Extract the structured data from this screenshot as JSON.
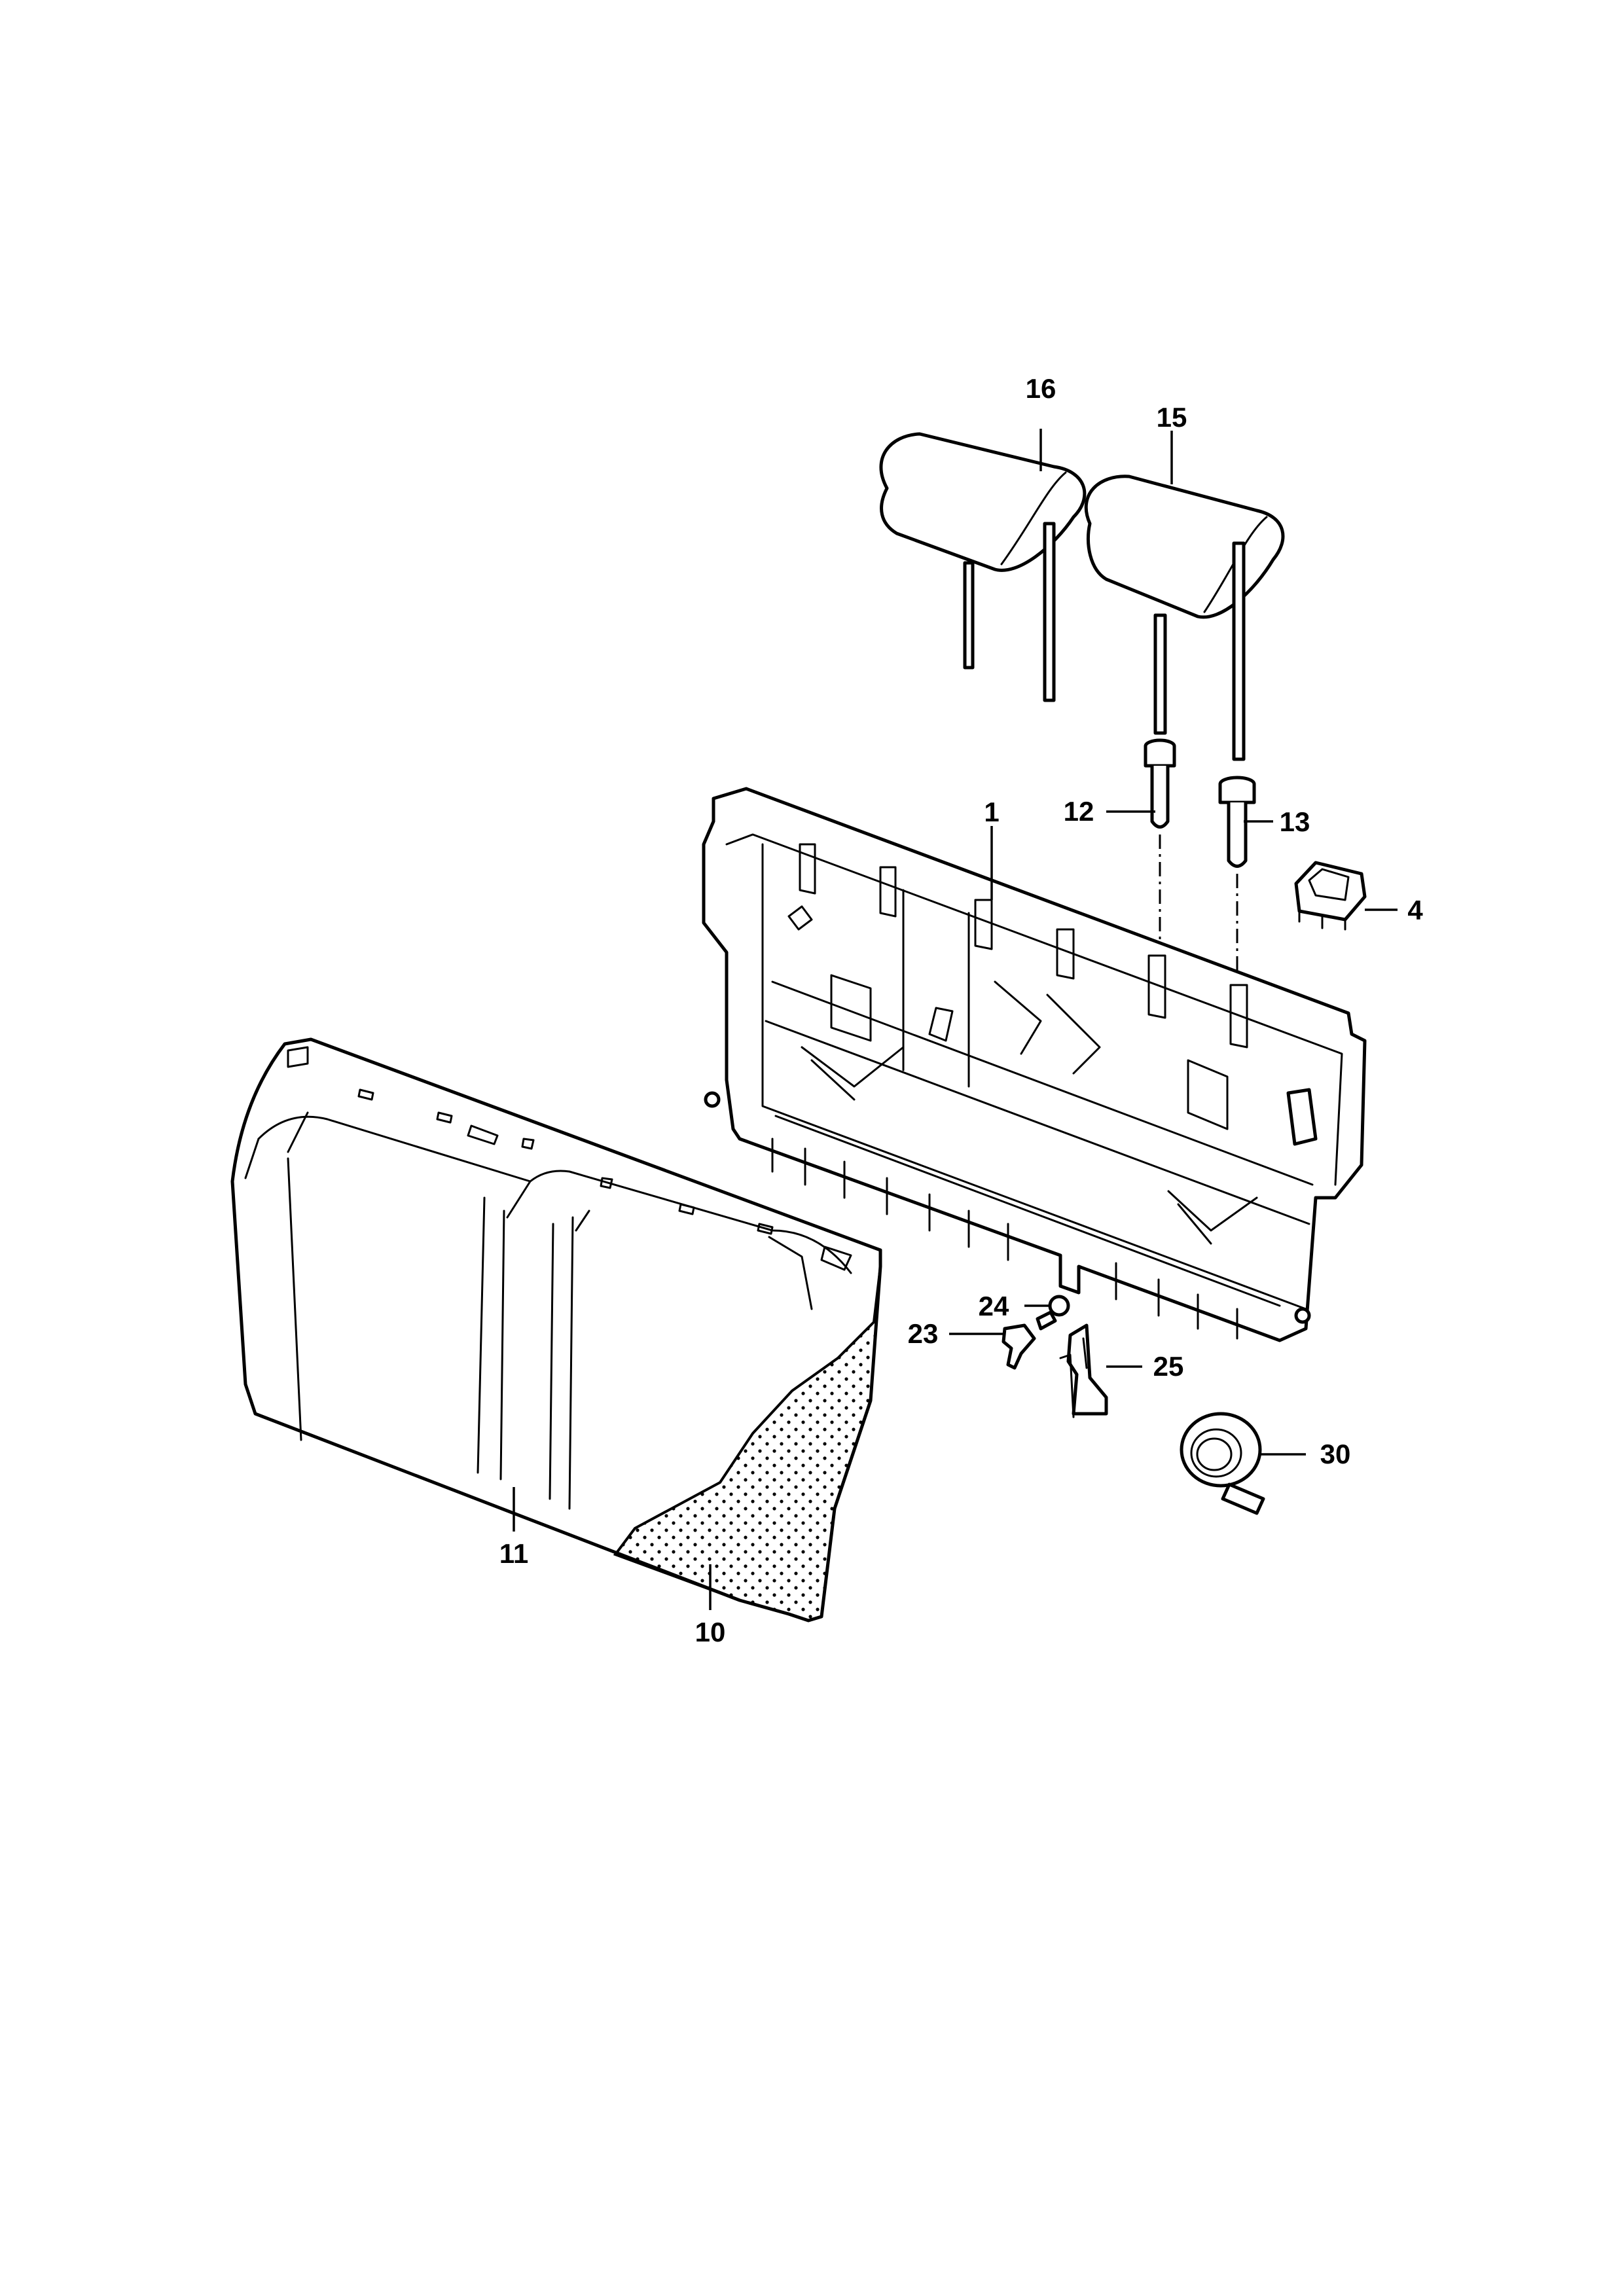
{
  "diagram": {
    "callouts": {
      "c1": "1",
      "c4": "4",
      "c10": "10",
      "c11": "11",
      "c12": "12",
      "c13": "13",
      "c15": "15",
      "c16": "16",
      "c23": "23",
      "c24": "24",
      "c25": "25",
      "c30": "30"
    },
    "colors": {
      "ink": "#000000",
      "paper": "#ffffff"
    }
  }
}
